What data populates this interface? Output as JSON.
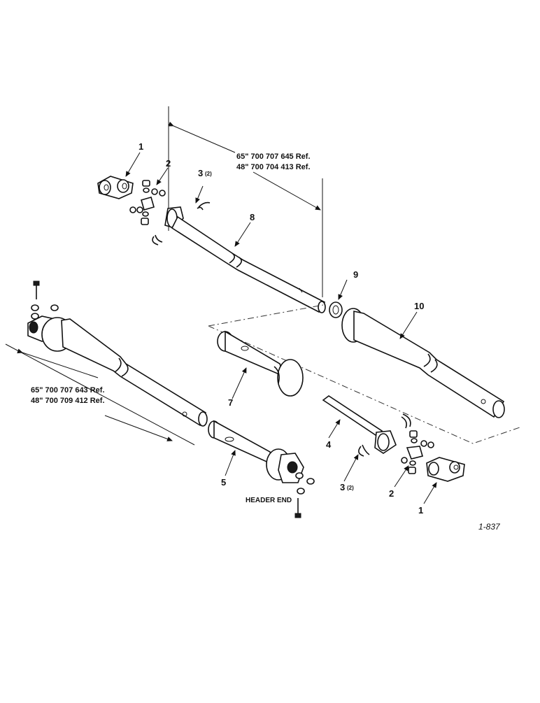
{
  "callouts": {
    "yoke_upper": "1",
    "cross_kit_upper": "2",
    "snap_ring_upper": "3",
    "snap_ring_upper_qty": "(2)",
    "tube_upper": "8",
    "bearing": "9",
    "shield_right": "10",
    "shield_center": "7",
    "shaft_inner": "4",
    "snap_ring_lower": "3",
    "snap_ring_lower_qty": "(2)",
    "cross_kit_lower": "2",
    "yoke_lower": "1",
    "shield_header": "5"
  },
  "dimensions": {
    "upper_line1": "65\" 700 707 645 Ref.",
    "upper_line2": "48\" 700 704 413 Ref.",
    "lower_line1": "65\" 700 707 643 Ref.",
    "lower_line2": "48\" 700 709 412 Ref."
  },
  "header_end_label": "HEADER END",
  "figure_number": "1-837"
}
